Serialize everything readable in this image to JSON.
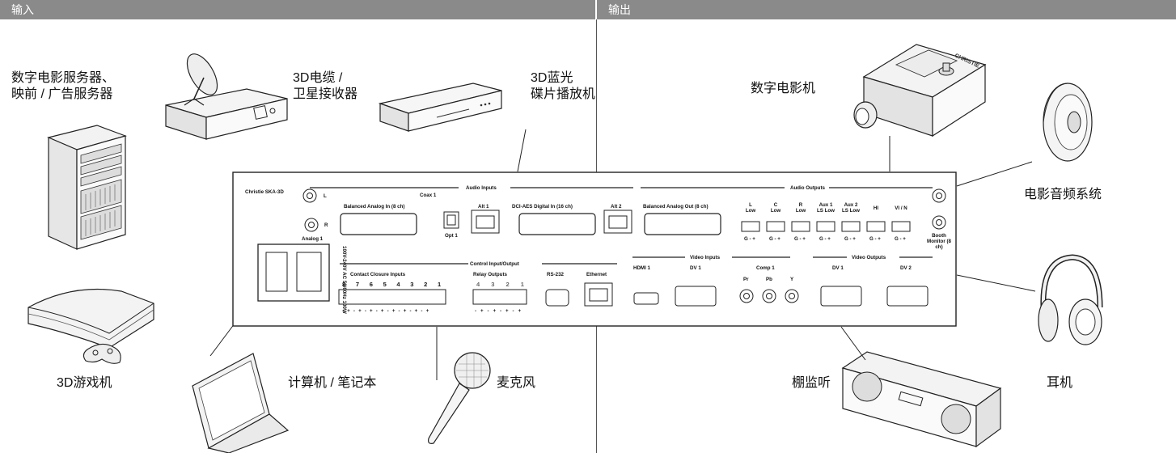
{
  "headers": {
    "input": "输入",
    "output": "输出"
  },
  "labels": {
    "cinema_server_line1": "数字电影服务器、",
    "cinema_server_line2": "映前 / 广告服务器",
    "cable_line1": "3D电缆 /",
    "cable_line2": "卫星接收器",
    "bluray_line1": "3D蓝光",
    "bluray_line2": "碟片播放机",
    "projector": "数字电影机",
    "speaker": "电影音频系统",
    "game_console": "3D游戏机",
    "computer": "计算机 / 笔记本",
    "microphone": "麦克风",
    "booth_monitor": "棚监听",
    "headphones": "耳机"
  },
  "panel": {
    "brand": "Christie SKA-3D",
    "audio_inputs": "Audio Inputs",
    "audio_outputs": "Audio Outputs",
    "coax1": "Coax 1",
    "balanced_in": "Balanced Analog In (8 ch)",
    "alt1": "Alt 1",
    "dci_aes": "DCI-AES Digital In (16 ch)",
    "alt2": "Alt 2",
    "balanced_out": "Balanced Analog Out (8 ch)",
    "opt1": "Opt 1",
    "analog1": "Analog 1",
    "l": "L",
    "r": "R",
    "out_channels": [
      {
        "top": "L",
        "bottom": "Low"
      },
      {
        "top": "C",
        "bottom": "Low"
      },
      {
        "top": "R",
        "bottom": "Low"
      },
      {
        "top": "Aux 1",
        "bottom": "LS Low"
      },
      {
        "top": "Aux 2",
        "bottom": "LS Low"
      },
      {
        "top": "HI",
        "bottom": ""
      },
      {
        "top": "VI / N",
        "bottom": ""
      }
    ],
    "g_minus_plus": "G - +",
    "booth_monitor": "Booth Monitor (8 ch)",
    "power": "100V-240V AC 50/60Hz 100W",
    "control_io": "Control Input/Output",
    "contact_closure": "Contact Closure Inputs",
    "contact_numbers": "8 7 6 5 4 3 2 1",
    "contact_signs": "- + - + - + - + - + - + - + - +",
    "relay_outputs": "Relay Outputs",
    "relay_numbers": "4 3 2 1",
    "relay_signs": "- + - + - + - +",
    "rs232": "RS-232",
    "ethernet": "Ethernet",
    "video_inputs": "Video Inputs",
    "hdmi1": "HDMI 1",
    "dv1_in": "DV 1",
    "comp1": "Comp 1",
    "pr": "Pr",
    "pb": "Pb",
    "y": "Y",
    "video_outputs": "Video Outputs",
    "dv1_out": "DV 1",
    "dv2_out": "DV 2"
  },
  "projector_brand": "CHRISTIE"
}
